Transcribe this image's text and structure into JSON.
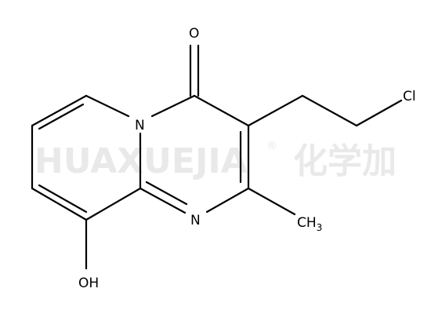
{
  "watermark": {
    "latin": "HUAXUEJIA",
    "registered": "®",
    "cjk": "化学加"
  },
  "atoms": {
    "carbonyl_oxygen": "O",
    "ring_nitrogen_bridge": "N",
    "ring_nitrogen_imine": "N",
    "chlorine": "Cl",
    "methyl_c": "CH",
    "methyl_sub": "3",
    "hydroxyl": "OH"
  }
}
